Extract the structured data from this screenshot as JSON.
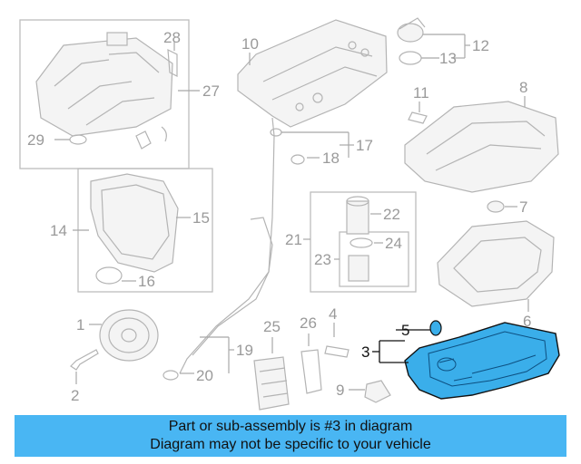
{
  "callouts": {
    "c1": "1",
    "c2": "2",
    "c3": "3",
    "c4": "4",
    "c5": "5",
    "c6": "6",
    "c7": "7",
    "c8": "8",
    "c9": "9",
    "c10": "10",
    "c11": "11",
    "c12": "12",
    "c13": "13",
    "c14": "14",
    "c15": "15",
    "c16": "16",
    "c17": "17",
    "c18": "18",
    "c19": "19",
    "c20": "20",
    "c21": "21",
    "c22": "22",
    "c23": "23",
    "c24": "24",
    "c25": "25",
    "c26": "26",
    "c27": "27",
    "c28": "28",
    "c29": "29"
  },
  "highlight": {
    "part_number": "3",
    "color": "#2196f3",
    "part_fill": "#3aaeea"
  },
  "banner": {
    "line1": "Part or sub-assembly is #3 in diagram",
    "line2": "Diagram may not be specific to your vehicle",
    "background": "#49b6f3",
    "text_color": "#111111"
  }
}
